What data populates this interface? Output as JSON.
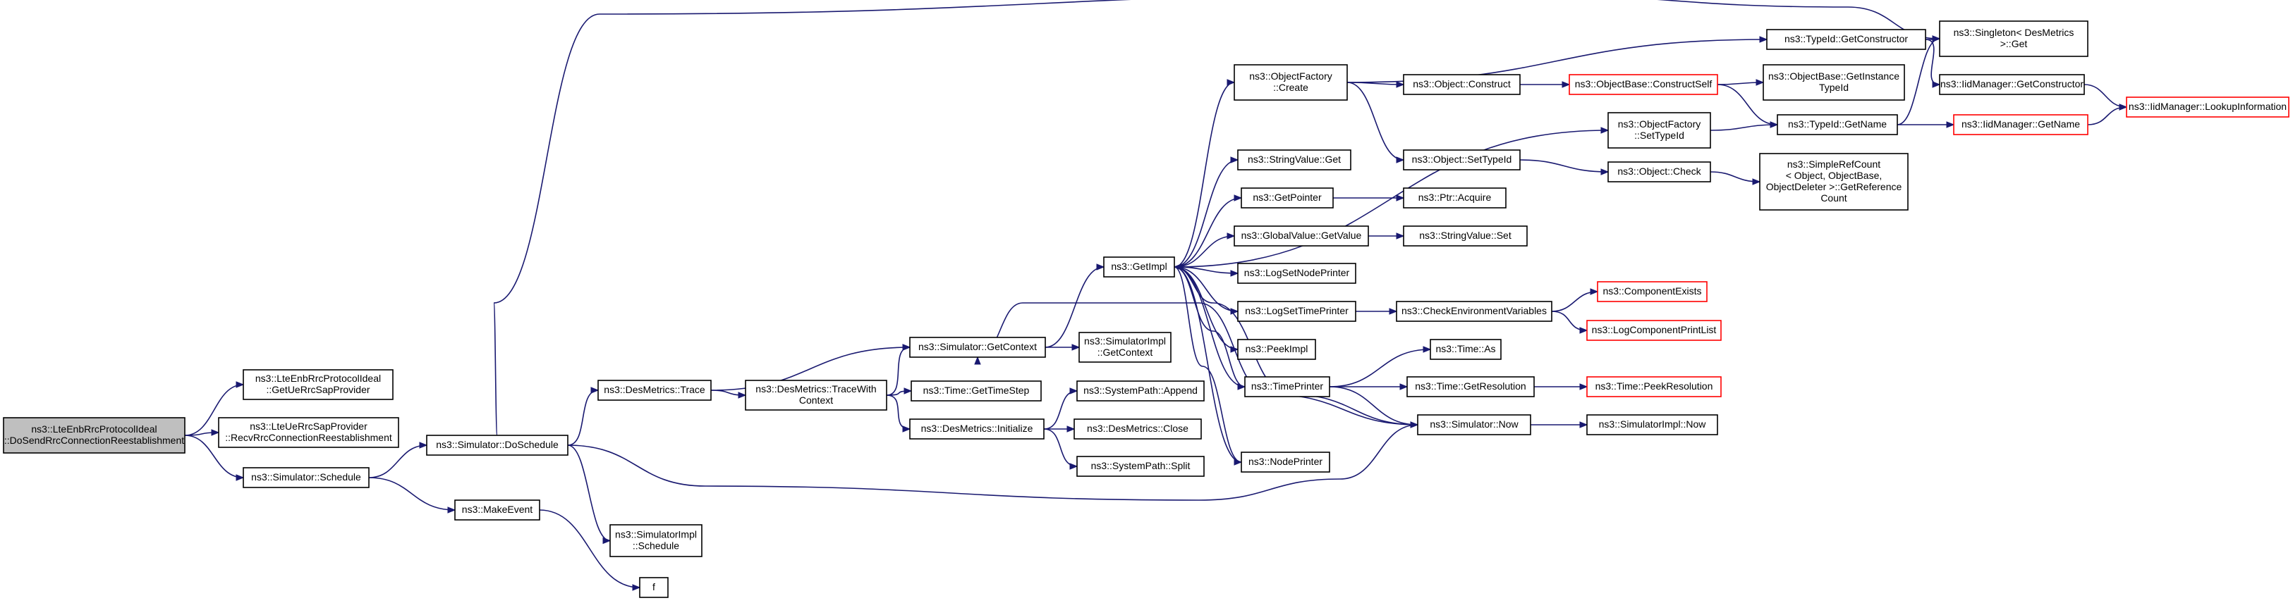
{
  "graph": {
    "colors": {
      "edge": "#191970",
      "node_border": "#000000",
      "node_border_truncated": "#ff0000",
      "root_fill": "#bfbfbf",
      "background": "#ffffff"
    },
    "nodes": [
      {
        "id": "root",
        "lines": [
          "ns3::LteEnbRrcProtocolIdeal",
          "::DoSendRrcConnectionReestablishment"
        ],
        "style": "root"
      },
      {
        "id": "getUeRrcSap",
        "lines": [
          "ns3::LteEnbRrcProtocolIdeal",
          "::GetUeRrcSapProvider"
        ]
      },
      {
        "id": "recvReest",
        "lines": [
          "ns3::LteUeRrcSapProvider",
          "::RecvRrcConnectionReestablishment"
        ]
      },
      {
        "id": "schedule",
        "lines": [
          "ns3::Simulator::Schedule"
        ]
      },
      {
        "id": "doSchedule",
        "lines": [
          "ns3::Simulator::DoSchedule"
        ]
      },
      {
        "id": "makeEvent",
        "lines": [
          "ns3::MakeEvent"
        ]
      },
      {
        "id": "f",
        "lines": [
          "f"
        ]
      },
      {
        "id": "simImplSchedule",
        "lines": [
          "ns3::SimulatorImpl",
          "::Schedule"
        ]
      },
      {
        "id": "desTrace",
        "lines": [
          "ns3::DesMetrics::Trace"
        ]
      },
      {
        "id": "traceWithContext",
        "lines": [
          "ns3::DesMetrics::TraceWith",
          "Context"
        ]
      },
      {
        "id": "getContext",
        "lines": [
          "ns3::Simulator::GetContext"
        ]
      },
      {
        "id": "simImplGetContext",
        "lines": [
          "ns3::SimulatorImpl",
          "::GetContext"
        ]
      },
      {
        "id": "getTimeStep",
        "lines": [
          "ns3::Time::GetTimeStep"
        ]
      },
      {
        "id": "desInit",
        "lines": [
          "ns3::DesMetrics::Initialize"
        ]
      },
      {
        "id": "spAppend",
        "lines": [
          "ns3::SystemPath::Append"
        ]
      },
      {
        "id": "desClose",
        "lines": [
          "ns3::DesMetrics::Close"
        ]
      },
      {
        "id": "spSplit",
        "lines": [
          "ns3::SystemPath::Split"
        ]
      },
      {
        "id": "getImpl",
        "lines": [
          "ns3::GetImpl"
        ]
      },
      {
        "id": "ofCreate",
        "lines": [
          "ns3::ObjectFactory",
          "::Create"
        ]
      },
      {
        "id": "strValGet",
        "lines": [
          "ns3::StringValue::Get"
        ]
      },
      {
        "id": "getPointer",
        "lines": [
          "ns3::GetPointer"
        ]
      },
      {
        "id": "gvGetValue",
        "lines": [
          "ns3::GlobalValue::GetValue"
        ]
      },
      {
        "id": "logSetNodePrinter",
        "lines": [
          "ns3::LogSetNodePrinter"
        ]
      },
      {
        "id": "logSetTimePrinter",
        "lines": [
          "ns3::LogSetTimePrinter"
        ]
      },
      {
        "id": "peekImpl",
        "lines": [
          "ns3::PeekImpl"
        ]
      },
      {
        "id": "timePrinter",
        "lines": [
          "ns3::TimePrinter"
        ]
      },
      {
        "id": "nodePrinter",
        "lines": [
          "ns3::NodePrinter"
        ]
      },
      {
        "id": "objConstruct",
        "lines": [
          "ns3::Object::Construct"
        ]
      },
      {
        "id": "objSetTypeId",
        "lines": [
          "ns3::Object::SetTypeId"
        ]
      },
      {
        "id": "ptrAcquire",
        "lines": [
          "ns3::Ptr::Acquire"
        ]
      },
      {
        "id": "strValSet",
        "lines": [
          "ns3::StringValue::Set"
        ]
      },
      {
        "id": "checkEnv",
        "lines": [
          "ns3::CheckEnvironmentVariables"
        ]
      },
      {
        "id": "timeAs",
        "lines": [
          "ns3::Time::As"
        ]
      },
      {
        "id": "timeGetRes",
        "lines": [
          "ns3::Time::GetResolution"
        ]
      },
      {
        "id": "simNow",
        "lines": [
          "ns3::Simulator::Now"
        ]
      },
      {
        "id": "tidGetCtor",
        "lines": [
          "ns3::TypeId::GetConstructor"
        ]
      },
      {
        "id": "obConstructSelf",
        "lines": [
          "ns3::ObjectBase::ConstructSelf"
        ],
        "style": "red"
      },
      {
        "id": "ofSetTypeId",
        "lines": [
          "ns3::ObjectFactory",
          "::SetTypeId"
        ]
      },
      {
        "id": "objCheck",
        "lines": [
          "ns3::Object::Check"
        ]
      },
      {
        "id": "componentExists",
        "lines": [
          "ns3::ComponentExists"
        ],
        "style": "red"
      },
      {
        "id": "logCompPrintList",
        "lines": [
          "ns3::LogComponentPrintList"
        ],
        "style": "red"
      },
      {
        "id": "timePeekRes",
        "lines": [
          "ns3::Time::PeekResolution"
        ],
        "style": "red"
      },
      {
        "id": "simImplNow",
        "lines": [
          "ns3::SimulatorImpl::Now"
        ]
      },
      {
        "id": "obGetInstTid",
        "lines": [
          "ns3::ObjectBase::GetInstance",
          "TypeId"
        ]
      },
      {
        "id": "tidGetName",
        "lines": [
          "ns3::TypeId::GetName"
        ]
      },
      {
        "id": "simpleRefCount",
        "lines": [
          "ns3::SimpleRefCount",
          "< Object, ObjectBase,",
          "ObjectDeleter >::GetReference",
          "Count"
        ]
      },
      {
        "id": "singletonGet",
        "lines": [
          "ns3::Singleton< DesMetrics",
          " >::Get"
        ]
      },
      {
        "id": "iidGetCtor",
        "lines": [
          "ns3::IidManager::GetConstructor"
        ]
      },
      {
        "id": "iidGetName",
        "lines": [
          "ns3::IidManager::GetName"
        ],
        "style": "red"
      },
      {
        "id": "iidLookup",
        "lines": [
          "ns3::IidManager::LookupInformation"
        ],
        "style": "red"
      }
    ]
  }
}
